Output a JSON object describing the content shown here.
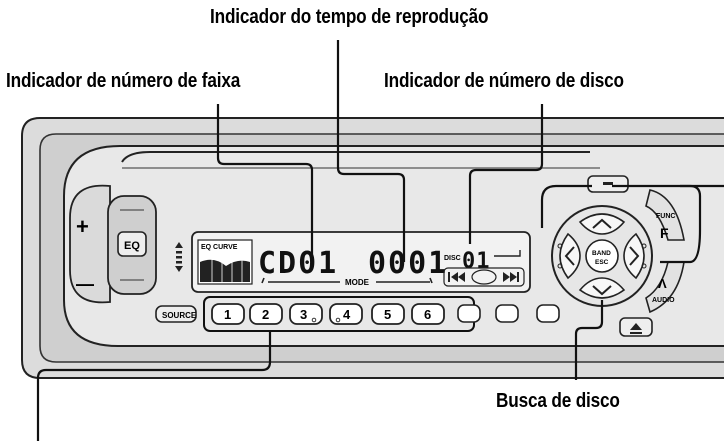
{
  "callouts": {
    "playback_time": "Indicador do tempo de reprodução",
    "track_number": "Indicador de número de faixa",
    "disc_number": "Indicador de número de disco",
    "disc_search": "Busca de disco"
  },
  "unit": {
    "eq_label": "EQ",
    "eq_curve_label": "EQ CURVE",
    "lcd_source": "CD01",
    "lcd_time": "0001",
    "disc_label": "DISC",
    "lcd_disc": "01",
    "mode_label": "MODE",
    "source_button": "SOURCE",
    "preset_buttons": [
      "1",
      "2",
      "3",
      "4",
      "5",
      "6"
    ],
    "band_label_1": "BAND",
    "band_label_2": "ESC",
    "func_label": "FUNC",
    "f_label": "F",
    "audio_label": "AUDIO",
    "plus_label": "+",
    "minus_label": "—",
    "up_arrow_label": "Λ"
  }
}
